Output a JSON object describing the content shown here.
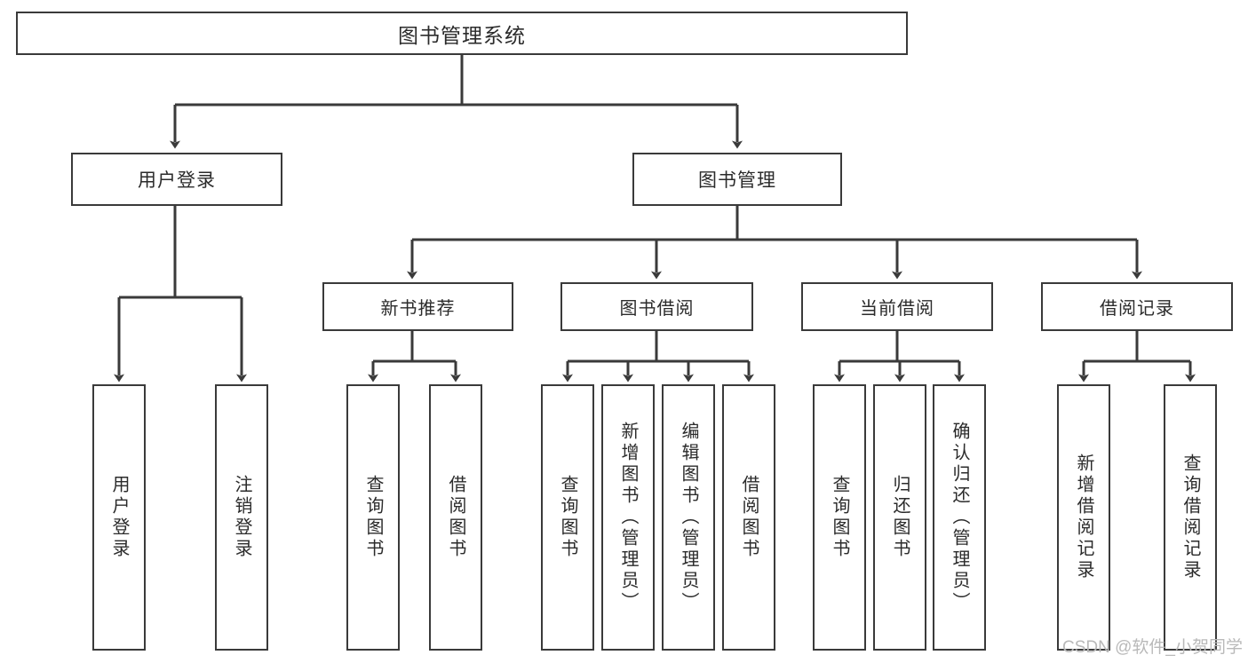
{
  "diagram": {
    "type": "tree-hierarchy-chart",
    "title": "图书管理系统",
    "orientation": "top-down",
    "colors": {
      "box_border": "#3a3a3a",
      "box_fill": "#ffffff",
      "text": "#2b2b2b",
      "edge": "#3a3a3a",
      "watermark": "#b9b9b9"
    },
    "root": {
      "label": "图书管理系统"
    },
    "level1": [
      {
        "id": "user-login",
        "label": "用户登录"
      },
      {
        "id": "book-management",
        "label": "图书管理"
      }
    ],
    "level2": [
      {
        "id": "new-book-recommend",
        "label": "新书推荐",
        "parent": "book-management"
      },
      {
        "id": "book-borrow",
        "label": "图书借阅",
        "parent": "book-management"
      },
      {
        "id": "current-borrow",
        "label": "当前借阅",
        "parent": "book-management"
      },
      {
        "id": "borrow-record",
        "label": "借阅记录",
        "parent": "book-management"
      }
    ],
    "leaves": [
      {
        "id": "leaf-user-login",
        "label": "用户登录",
        "parent": "user-login"
      },
      {
        "id": "leaf-user-logout",
        "label": "注销登录",
        "parent": "user-login"
      },
      {
        "id": "leaf-query-book-1",
        "label": "查询图书",
        "parent": "new-book-recommend"
      },
      {
        "id": "leaf-borrow-book-1",
        "label": "借阅图书",
        "parent": "new-book-recommend"
      },
      {
        "id": "leaf-query-book-2",
        "label": "查询图书",
        "parent": "book-borrow"
      },
      {
        "id": "leaf-add-book",
        "label": "新增图书（管理员）",
        "parent": "book-borrow"
      },
      {
        "id": "leaf-edit-book",
        "label": "编辑图书（管理员）",
        "parent": "book-borrow"
      },
      {
        "id": "leaf-borrow-book-2",
        "label": "借阅图书",
        "parent": "book-borrow"
      },
      {
        "id": "leaf-query-book-3",
        "label": "查询图书",
        "parent": "current-borrow"
      },
      {
        "id": "leaf-return-book",
        "label": "归还图书",
        "parent": "current-borrow"
      },
      {
        "id": "leaf-confirm-return",
        "label": "确认归还（管理员）",
        "parent": "current-borrow"
      },
      {
        "id": "leaf-add-record",
        "label": "新增借阅记录",
        "parent": "borrow-record"
      },
      {
        "id": "leaf-query-record",
        "label": "查询借阅记录",
        "parent": "borrow-record"
      }
    ]
  },
  "watermark": {
    "text": "CSDN @软件_小贺同学"
  }
}
